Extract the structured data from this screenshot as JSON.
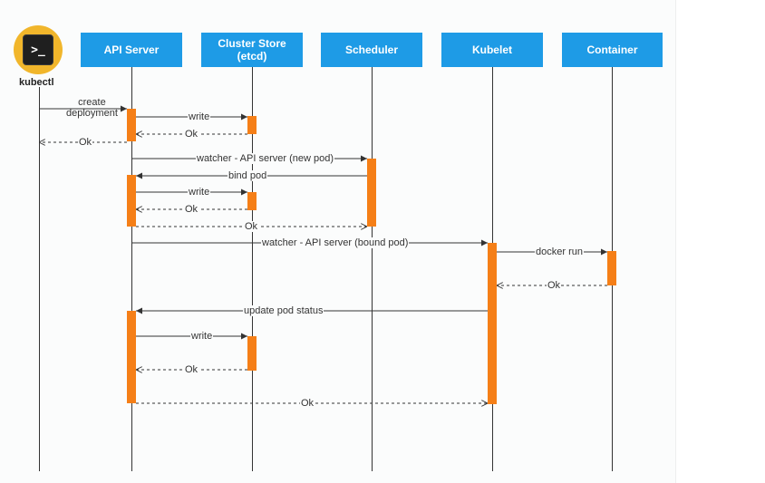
{
  "participants": [
    {
      "id": "api",
      "label": "API Server"
    },
    {
      "id": "store",
      "label": "Cluster Store\n(etcd)"
    },
    {
      "id": "scheduler",
      "label": "Scheduler"
    },
    {
      "id": "kubelet",
      "label": "Kubelet"
    },
    {
      "id": "container",
      "label": "Container"
    }
  ],
  "actor": {
    "label": "kubectl",
    "icon": "terminal-icon",
    "glyph": ">_",
    "color": "#f1b62b"
  },
  "colors": {
    "participant": "#1e9be6",
    "activation": "#f57f17",
    "line": "#333333"
  },
  "messages": [
    {
      "from": "kubectl",
      "to": "api",
      "label": "create\ndeployment",
      "style": "solid"
    },
    {
      "from": "api",
      "to": "store",
      "label": "write",
      "style": "solid"
    },
    {
      "from": "store",
      "to": "api",
      "label": "Ok",
      "style": "dashed"
    },
    {
      "from": "api",
      "to": "kubectl",
      "label": "Ok",
      "style": "dashed"
    },
    {
      "from": "api",
      "to": "scheduler",
      "label": "watcher - API server (new pod)",
      "style": "solid"
    },
    {
      "from": "scheduler",
      "to": "api",
      "label": "bind pod",
      "style": "solid"
    },
    {
      "from": "api",
      "to": "store",
      "label": "write",
      "style": "solid"
    },
    {
      "from": "store",
      "to": "api",
      "label": "Ok",
      "style": "dashed"
    },
    {
      "from": "api",
      "to": "scheduler",
      "label": "Ok",
      "style": "dashed"
    },
    {
      "from": "api",
      "to": "kubelet",
      "label": "watcher - API server (bound pod)",
      "style": "solid"
    },
    {
      "from": "kubelet",
      "to": "container",
      "label": "docker run",
      "style": "solid"
    },
    {
      "from": "container",
      "to": "kubelet",
      "label": "Ok",
      "style": "dashed"
    },
    {
      "from": "kubelet",
      "to": "api",
      "label": "update pod status",
      "style": "solid"
    },
    {
      "from": "api",
      "to": "store",
      "label": "write",
      "style": "solid"
    },
    {
      "from": "store",
      "to": "api",
      "label": "Ok",
      "style": "dashed"
    },
    {
      "from": "api",
      "to": "kubelet",
      "label": "Ok",
      "style": "dashed"
    }
  ]
}
